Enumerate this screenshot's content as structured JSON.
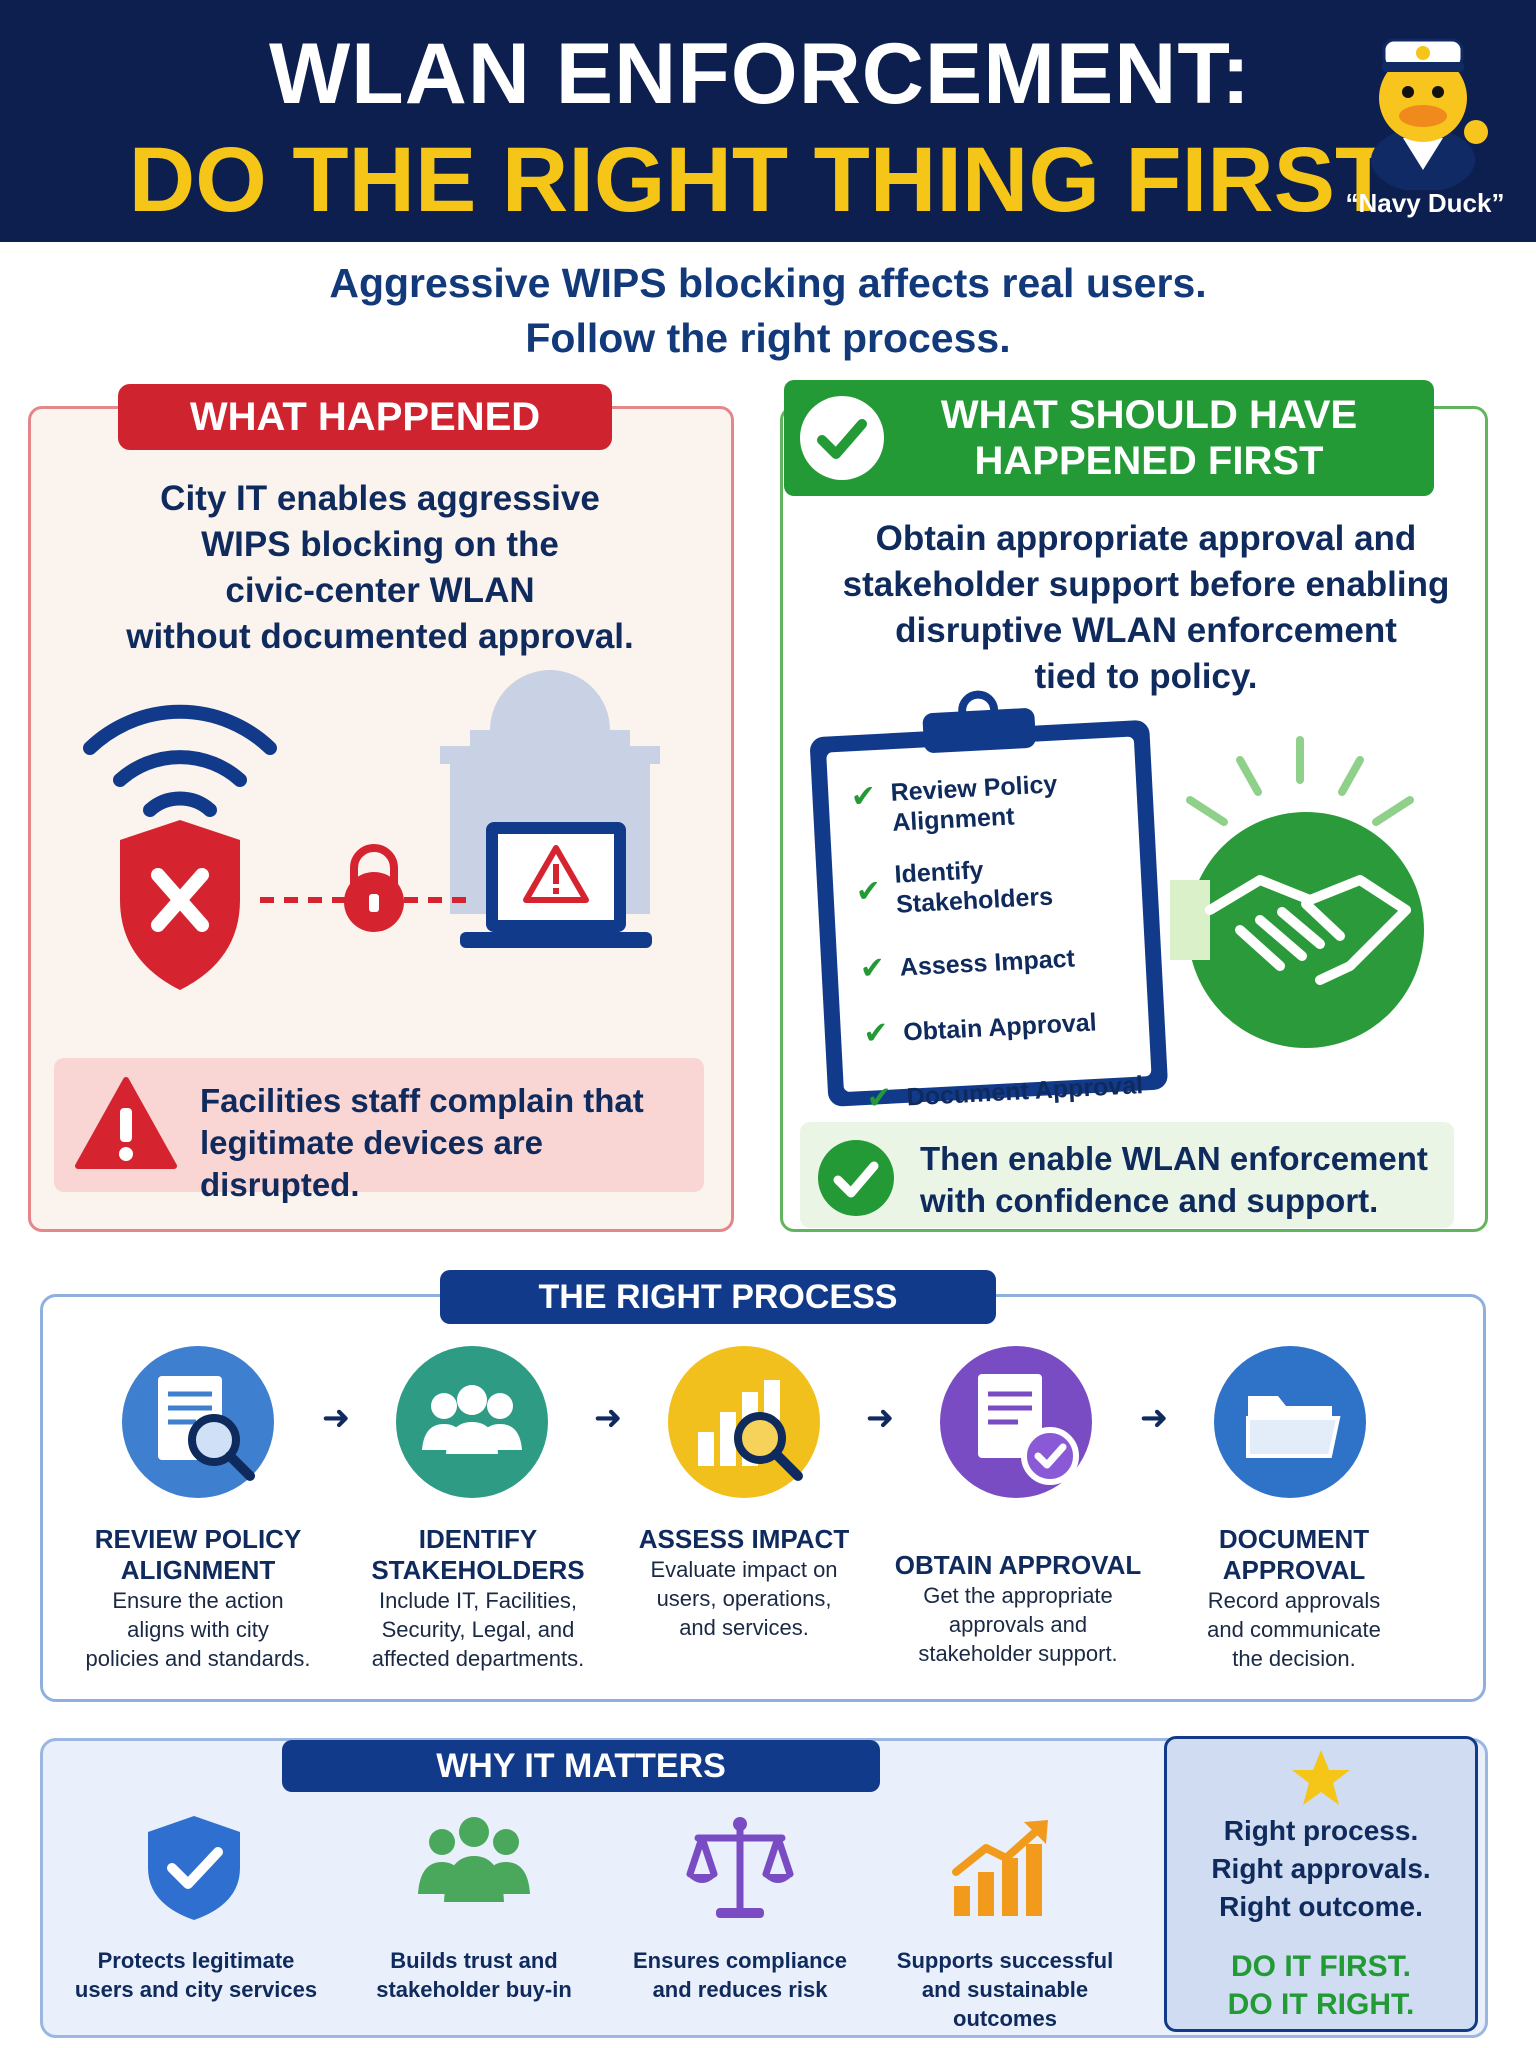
{
  "header": {
    "title_line1": "WLAN ENFORCEMENT:",
    "title_line2": "DO THE RIGHT THING FIRST",
    "mascot_label": "“Navy Duck”"
  },
  "subtitle": [
    "Aggressive WIPS blocking affects real users.",
    "Follow the right process."
  ],
  "what_happened": {
    "heading": "WHAT HAPPENED",
    "body": [
      "City IT enables aggressive",
      "WIPS blocking on the",
      "civic-center WLAN",
      "without documented approval."
    ],
    "complaint": [
      "Facilities staff complain that",
      "legitimate devices are disrupted."
    ]
  },
  "should_have": {
    "heading": [
      "WHAT SHOULD HAVE",
      "HAPPENED FIRST"
    ],
    "body": [
      "Obtain appropriate approval and",
      "stakeholder support before enabling",
      "disruptive WLAN enforcement",
      "tied to policy."
    ],
    "checklist": [
      [
        "Review Policy",
        "Alignment"
      ],
      [
        "Identify Stakeholders"
      ],
      [
        "Assess Impact"
      ],
      [
        "Obtain Approval"
      ],
      [
        "Document Approval"
      ]
    ],
    "outcome": [
      "Then enable WLAN enforcement",
      "with confidence and support."
    ]
  },
  "process": {
    "heading": "THE RIGHT PROCESS",
    "steps": [
      {
        "title": [
          "REVIEW POLICY",
          "ALIGNMENT"
        ],
        "desc": [
          "Ensure the action",
          "aligns with city",
          "policies and standards."
        ],
        "icon": "document-search-icon",
        "color": "#3f7fd0"
      },
      {
        "title": [
          "IDENTIFY",
          "STAKEHOLDERS"
        ],
        "desc": [
          "Include IT, Facilities,",
          "Security, Legal, and",
          "affected departments."
        ],
        "icon": "people-group-icon",
        "color": "#2e9c84"
      },
      {
        "title": [
          "ASSESS IMPACT"
        ],
        "desc": [
          "Evaluate impact on",
          "users, operations,",
          "and services."
        ],
        "icon": "chart-search-icon",
        "color": "#f2c01c"
      },
      {
        "title": [
          "OBTAIN APPROVAL"
        ],
        "desc": [
          "Get the appropriate",
          "approvals and",
          "stakeholder support."
        ],
        "icon": "document-check-icon",
        "color": "#7a4cc4"
      },
      {
        "title": [
          "DOCUMENT",
          "APPROVAL"
        ],
        "desc": [
          "Record approvals",
          "and communicate",
          "the decision."
        ],
        "icon": "folder-icon",
        "color": "#2f73c8"
      }
    ]
  },
  "why": {
    "heading": "WHY IT MATTERS",
    "items": [
      {
        "text": [
          "Protects legitimate",
          "users and city services"
        ],
        "icon": "shield-check-icon",
        "color": "#2f6fd0"
      },
      {
        "text": [
          "Builds trust and",
          "stakeholder buy-in"
        ],
        "icon": "people-group-icon",
        "color": "#4aa85c"
      },
      {
        "text": [
          "Ensures compliance",
          "and reduces risk"
        ],
        "icon": "balance-scale-icon",
        "color": "#7a4cc4"
      },
      {
        "text": [
          "Supports successful",
          "and sustainable outcomes"
        ],
        "icon": "growth-chart-icon",
        "color": "#f29a1c"
      }
    ],
    "card_lines": [
      "Right process.",
      "Right approvals.",
      "Right outcome."
    ],
    "card_cta": [
      "DO IT FIRST.",
      "DO IT RIGHT."
    ]
  },
  "colors": {
    "navy": "#0d1f4e",
    "gold": "#f5c518",
    "red": "#cf2430",
    "green": "#239a36",
    "blue": "#123a8a"
  }
}
